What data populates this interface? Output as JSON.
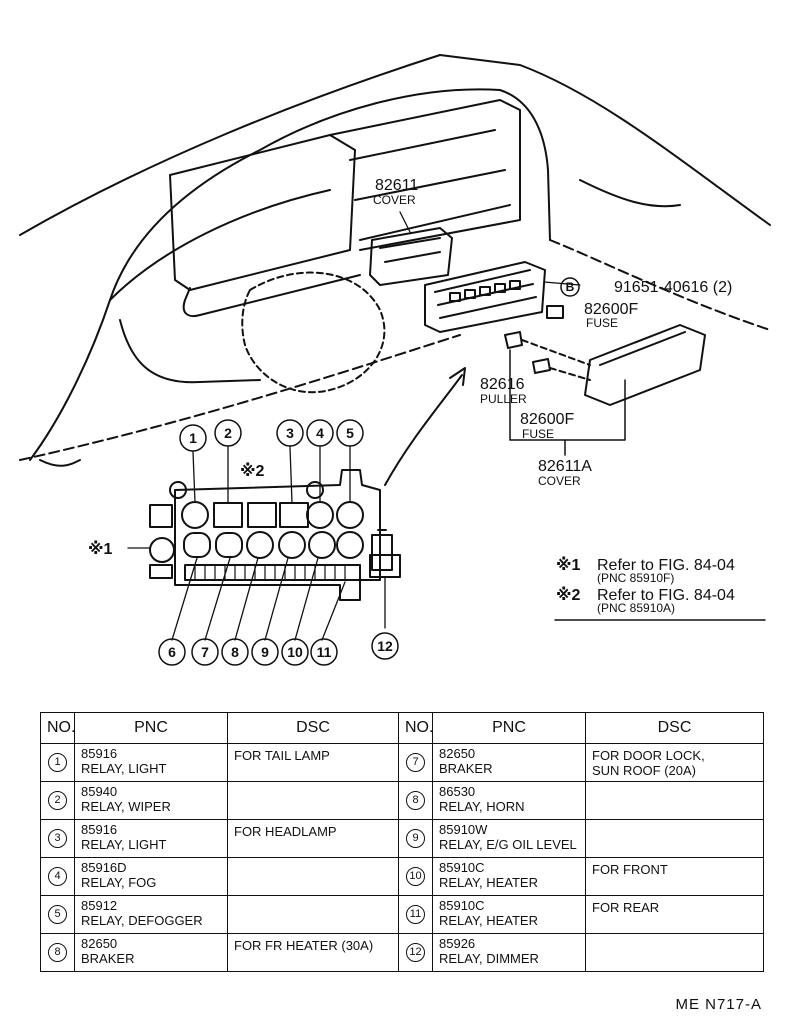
{
  "callouts": {
    "cover_top_pnc": "82611",
    "cover_top_name": "COVER",
    "bolt_marker": "B",
    "bolt_pnc": "91651-40616 (2)",
    "fuse_a_pnc": "82600F",
    "fuse_a_name": "FUSE",
    "puller_pnc": "82616",
    "puller_name": "PULLER",
    "fuse_b_pnc": "82600F",
    "fuse_b_name": "FUSE",
    "cover_bottom_pnc": "82611A",
    "cover_bottom_name": "COVER"
  },
  "markers": {
    "ref1": "※1",
    "ref2": "※2"
  },
  "position_numbers": [
    "1",
    "2",
    "3",
    "4",
    "5",
    "6",
    "7",
    "8",
    "9",
    "10",
    "11",
    "12"
  ],
  "notes": [
    {
      "mark": "※1",
      "text": "Refer to FIG. 84-04",
      "sub": "(PNC 85910F)"
    },
    {
      "mark": "※2",
      "text": "Refer to FIG. 84-04",
      "sub": "(PNC 85910A)"
    }
  ],
  "table": {
    "headers": [
      "NO.",
      "PNC",
      "DSC",
      "NO.",
      "PNC",
      "DSC"
    ],
    "rows": [
      {
        "l_no": "1",
        "l_pnc": "85916",
        "l_name": "RELAY, LIGHT",
        "l_dsc": "FOR TAIL LAMP",
        "r_no": "7",
        "r_pnc": "82650",
        "r_name": "BRAKER",
        "r_dsc": "FOR DOOR LOCK,",
        "r_dsc2": "SUN ROOF (20A)"
      },
      {
        "l_no": "2",
        "l_pnc": "85940",
        "l_name": "RELAY, WIPER",
        "l_dsc": "",
        "r_no": "8",
        "r_pnc": "86530",
        "r_name": "RELAY, HORN",
        "r_dsc": "",
        "r_dsc2": ""
      },
      {
        "l_no": "3",
        "l_pnc": "85916",
        "l_name": "RELAY, LIGHT",
        "l_dsc": "FOR HEADLAMP",
        "r_no": "9",
        "r_pnc": "85910W",
        "r_name": "RELAY, E/G OIL LEVEL",
        "r_dsc": "",
        "r_dsc2": ""
      },
      {
        "l_no": "4",
        "l_pnc": "85916D",
        "l_name": "RELAY, FOG",
        "l_dsc": "",
        "r_no": "10",
        "r_pnc": "85910C",
        "r_name": "RELAY, HEATER",
        "r_dsc": "FOR FRONT",
        "r_dsc2": ""
      },
      {
        "l_no": "5",
        "l_pnc": "85912",
        "l_name": "RELAY, DEFOGGER",
        "l_dsc": "",
        "r_no": "11",
        "r_pnc": "85910C",
        "r_name": "RELAY, HEATER",
        "r_dsc": "FOR REAR",
        "r_dsc2": ""
      },
      {
        "l_no": "8",
        "l_pnc": "82650",
        "l_name": "BRAKER",
        "l_dsc": "FOR FR HEATER (30A)",
        "r_no": "12",
        "r_pnc": "85926",
        "r_name": "RELAY, DIMMER",
        "r_dsc": "",
        "r_dsc2": ""
      }
    ]
  },
  "doc_ref": "ME N717-A"
}
